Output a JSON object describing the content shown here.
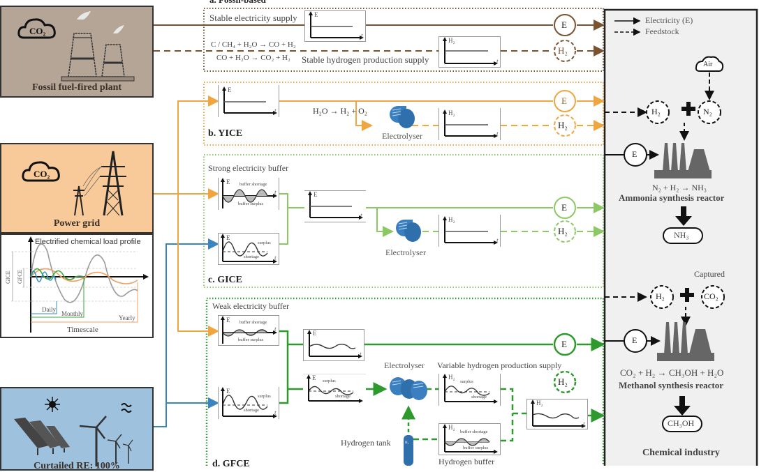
{
  "sources": {
    "fossil": {
      "label": "Fossil fuel-fired plant",
      "co2": "CO₂",
      "color": "#b5a597"
    },
    "grid": {
      "label": "Power grid",
      "co2": "CO₂",
      "color": "#f8ca99"
    },
    "renewable": {
      "label": "Curtailed RE: 100%",
      "color": "#9ec1de"
    }
  },
  "load_profile": {
    "title": "Electrified chemical load profile",
    "y_labels": [
      "GICE",
      "GFCE"
    ],
    "timescales": [
      "Daily",
      "Monthly",
      "Yearly"
    ],
    "xlabel": "Timescale"
  },
  "sections": {
    "a": {
      "title": "a. Fossil-based",
      "stable_electricity": "Stable electricity supply",
      "reaction1": "C / CH₄ + H₂O → CO + H₂",
      "reaction2": "CO + H₂O → CO₂ + H₂",
      "stable_hydrogen": "Stable hydrogen production supply",
      "color": "#7a5230"
    },
    "b": {
      "title": "b. YICE",
      "reaction": "H₂O → H₂ + O₂",
      "electrolyser": "Electrolyser",
      "color": "#f0a640"
    },
    "c": {
      "title": "c. GICE",
      "buffer": "Strong electricity buffer",
      "electrolyser": "Electrolyser",
      "color": "#8cc866"
    },
    "d": {
      "title": "d. GFCE",
      "buffer": "Weak electricity buffer",
      "electrolyser": "Electrolyser",
      "variable_h2": "Variable hydrogen production supply",
      "hydrogen_tank": "Hydrogen tank",
      "hydrogen_buffer": "Hydrogen buffer",
      "color": "#2e9a2e"
    }
  },
  "mini_chart_labels": {
    "E": "E",
    "H2": "H₂",
    "t": "t",
    "buffer_shortage": "buffer shortage",
    "buffer_surplus": "buffer surplus",
    "surplus": "surplus",
    "shortage": "shortage"
  },
  "nodes": {
    "E": "E",
    "H2": "H₂",
    "N2": "N₂",
    "CO2": "CO₂",
    "Air": "Air"
  },
  "legend": {
    "electricity": "Electricity (E)",
    "feedstock": "Feedstock"
  },
  "industry": {
    "ammonia_reaction": "N₂ + H₂ → NH₃",
    "ammonia_reactor": "Ammonia synthesis reactor",
    "ammonia_product": "NH₃",
    "captured": "Captured",
    "methanol_reaction": "CO₂ + H₂ → CH₃OH + H₂O",
    "methanol_reactor": "Methanol synthesis reactor",
    "methanol_product": "CH₃OH",
    "title": "Chemical industry"
  },
  "colors": {
    "fossil": "#7a5230",
    "grid": "#f0a640",
    "renewable": "#3a84c0",
    "gice": "#8cc866",
    "gfce": "#2e9a2e",
    "electrolyser": "#2f7ab8",
    "industry_bg": "#f0f0f0",
    "reactor": "#666666"
  }
}
